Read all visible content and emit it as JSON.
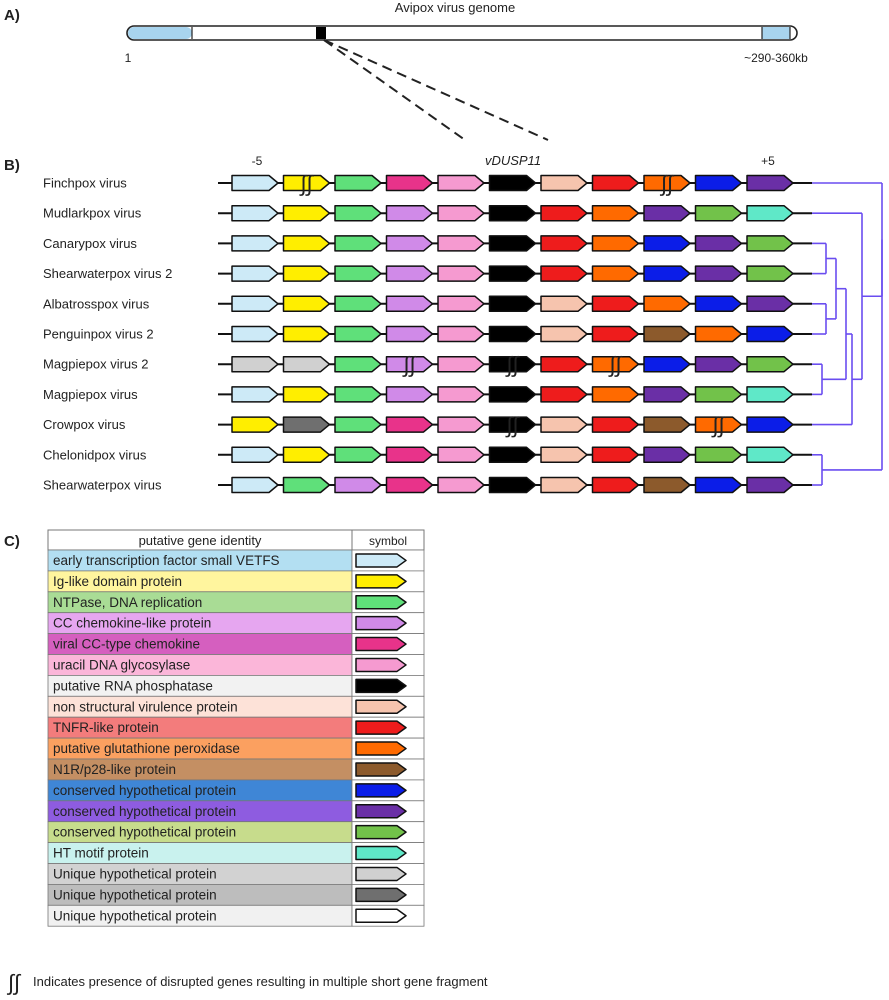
{
  "panel_a": {
    "label": "A)",
    "title": "Avipox virus genome",
    "start_label": "1",
    "end_label": "~290-360kb"
  },
  "panel_b": {
    "label": "B)",
    "left_flank": "-5",
    "center_gene": "vDUSP11",
    "right_flank": "+5",
    "viruses": [
      {
        "name": "Finchpox virus",
        "genes": [
          "c1",
          "c2",
          "c3",
          "c5",
          "c6",
          "c7",
          "c8",
          "c9",
          "c10",
          "c12",
          "c13"
        ],
        "disrupted": [
          1,
          8
        ]
      },
      {
        "name": "Mudlarkpox virus",
        "genes": [
          "c1",
          "c2",
          "c3",
          "c4",
          "c6",
          "c7",
          "c9",
          "c10",
          "c13",
          "c14",
          "c15"
        ],
        "disrupted": []
      },
      {
        "name": "Canarypox virus",
        "genes": [
          "c1",
          "c2",
          "c3",
          "c4",
          "c6",
          "c7",
          "c9",
          "c10",
          "c12",
          "c13",
          "c14"
        ],
        "disrupted": []
      },
      {
        "name": "Shearwaterpox virus 2",
        "genes": [
          "c1",
          "c2",
          "c3",
          "c4",
          "c6",
          "c7",
          "c9",
          "c10",
          "c12",
          "c13",
          "c14"
        ],
        "disrupted": []
      },
      {
        "name": "Albatrosspox virus",
        "genes": [
          "c1",
          "c2",
          "c3",
          "c4",
          "c6",
          "c7",
          "c8",
          "c9",
          "c10",
          "c12",
          "c13"
        ],
        "disrupted": []
      },
      {
        "name": "Penguinpox virus 2",
        "genes": [
          "c1",
          "c2",
          "c3",
          "c4",
          "c6",
          "c7",
          "c8",
          "c9",
          "c11",
          "c10",
          "c12"
        ],
        "disrupted": []
      },
      {
        "name": "Magpiepox virus 2",
        "genes": [
          "c16",
          "c16",
          "c3",
          "c4",
          "c6",
          "c7",
          "c9",
          "c10",
          "c12",
          "c13",
          "c14"
        ],
        "disrupted": [
          3,
          5,
          7
        ]
      },
      {
        "name": "Magpiepox virus",
        "genes": [
          "c1",
          "c2",
          "c3",
          "c4",
          "c6",
          "c7",
          "c9",
          "c10",
          "c13",
          "c14",
          "c15"
        ],
        "disrupted": []
      },
      {
        "name": "Crowpox virus",
        "genes": [
          "c2",
          "c17",
          "c3",
          "c5",
          "c6",
          "c7",
          "c8",
          "c9",
          "c11",
          "c10",
          "c12"
        ],
        "disrupted": [
          5,
          9
        ]
      },
      {
        "name": "Chelonidpox virus",
        "genes": [
          "c1",
          "c2",
          "c3",
          "c5",
          "c6",
          "c7",
          "c8",
          "c9",
          "c13",
          "c14",
          "c15"
        ],
        "disrupted": []
      },
      {
        "name": "Shearwaterpox virus",
        "genes": [
          "c1",
          "c3",
          "c4",
          "c5",
          "c6",
          "c7",
          "c8",
          "c9",
          "c11",
          "c12",
          "c13"
        ],
        "disrupted": []
      }
    ]
  },
  "panel_c": {
    "label": "C)",
    "col_identity": "putative gene identity",
    "col_symbol": "symbol",
    "entries": [
      {
        "id": "c1",
        "label": "early transcription factor small VETFS",
        "bg": "#b3dff2",
        "color": "#cdeaf7"
      },
      {
        "id": "c2",
        "label": "Ig-like domain protein",
        "bg": "#fff59e",
        "color": "#ffee00"
      },
      {
        "id": "c3",
        "label": "NTPase, DNA replication",
        "bg": "#a9dc95",
        "color": "#5fe07a"
      },
      {
        "id": "c4",
        "label": "CC chemokine-like protein",
        "bg": "#e6a6f0",
        "color": "#d08ae8"
      },
      {
        "id": "c5",
        "label": "viral CC-type chemokine",
        "bg": "#d55fbf",
        "color": "#e8338a"
      },
      {
        "id": "c6",
        "label": "uracil DNA glycosylase",
        "bg": "#fbb6d9",
        "color": "#f59ad0"
      },
      {
        "id": "c7",
        "label": "putative RNA phosphatase",
        "bg": "#f2f2f2",
        "color": "#000000"
      },
      {
        "id": "c8",
        "label": "non structural virulence protein",
        "bg": "#fde2d8",
        "color": "#f6c4ae"
      },
      {
        "id": "c9",
        "label": "TNFR-like protein",
        "bg": "#f37c7c",
        "color": "#ee1c1c"
      },
      {
        "id": "c10",
        "label": "putative glutathione peroxidase",
        "bg": "#fba060",
        "color": "#ff6a00"
      },
      {
        "id": "c11",
        "label": "N1R/p28-like protein",
        "bg": "#c48f63",
        "color": "#8c5a2c"
      },
      {
        "id": "c12",
        "label": "conserved hypothetical protein",
        "bg": "#3f86d6",
        "color": "#0b1de8"
      },
      {
        "id": "c13",
        "label": "conserved hypothetical protein",
        "bg": "#8e5ce0",
        "color": "#6a2fa6"
      },
      {
        "id": "c14",
        "label": "conserved hypothetical protein",
        "bg": "#c7dc8c",
        "color": "#72c24a"
      },
      {
        "id": "c15",
        "label": "HT motif protein",
        "bg": "#c9f2ee",
        "color": "#5fe8c8"
      },
      {
        "id": "c16",
        "label": "Unique hypothetical protein",
        "bg": "#d2d2d2",
        "color": "#d0d0d0"
      },
      {
        "id": "c17",
        "label": "Unique hypothetical protein",
        "bg": "#bdbdbd",
        "color": "#6f6f6f"
      },
      {
        "id": "c18",
        "label": "Unique hypothetical protein",
        "bg": "#f1f1f1",
        "color": "#ffffff"
      }
    ]
  },
  "footnote": {
    "symbol": "∫∫",
    "text": "Indicates presence of disrupted genes resulting in multiple short gene fragment"
  },
  "colors": {
    "tree": "#6a4df0",
    "genome_end": "#a8d4ee",
    "genome_marker": "#000000"
  }
}
